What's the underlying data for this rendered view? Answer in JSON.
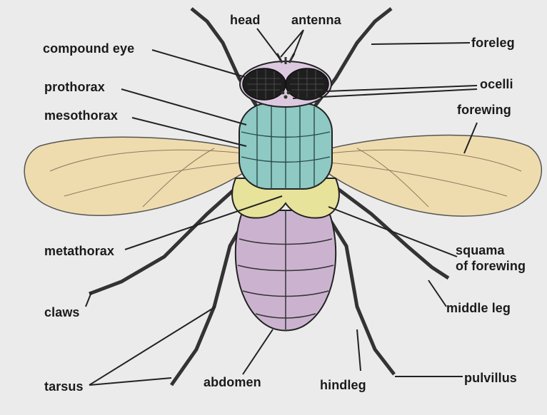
{
  "labels": {
    "head": "head",
    "antenna": "antenna",
    "compound_eye": "compound eye",
    "foreleg": "foreleg",
    "prothorax": "prothorax",
    "ocelli": "ocelli",
    "mesothorax": "mesothorax",
    "forewing": "forewing",
    "metathorax": "metathorax",
    "squama_line1": "squama",
    "squama_line2": "of forewing",
    "claws": "claws",
    "middle_leg": "middle leg",
    "tarsus": "tarsus",
    "abdomen": "abdomen",
    "hindleg": "hindleg",
    "pulvillus": "pulvillus"
  },
  "colors": {
    "background": "#ebebeb",
    "wing": "#efdcae",
    "thorax": "#8ec9c4",
    "squama": "#e8e39a",
    "abdomen": "#cbb3d0",
    "head": "#dcc9e0",
    "eye": "#1e1e1e",
    "outline": "#222222"
  }
}
